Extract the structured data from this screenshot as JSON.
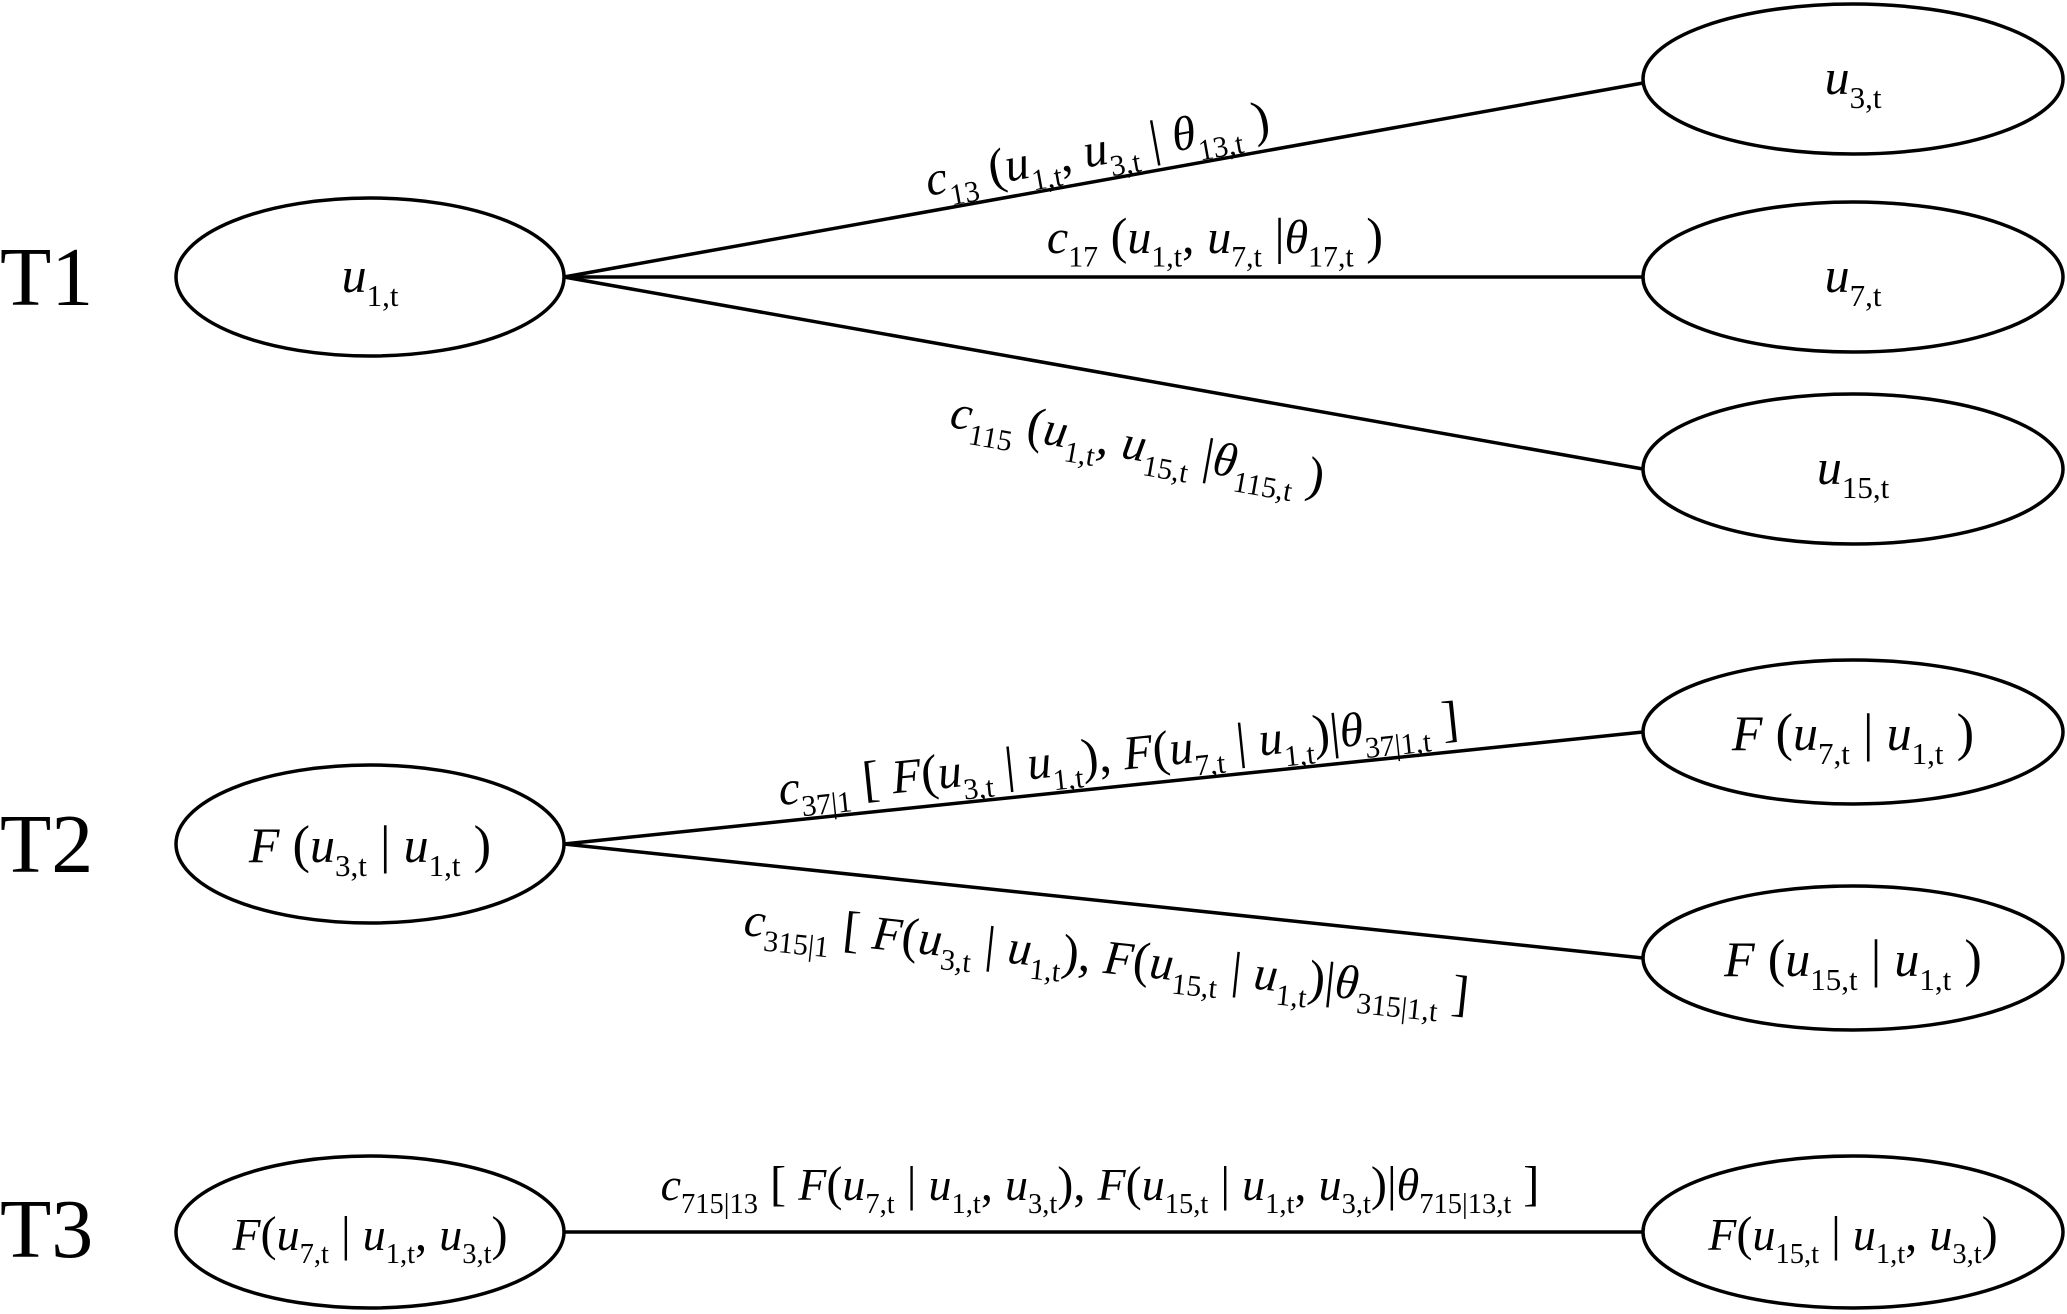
{
  "title": "Vine copula tree structure",
  "trees": [
    {
      "label": "T1",
      "nodes": [
        {
          "id": "u1",
          "segments": [
            [
              "u",
              "i"
            ],
            [
              "1,t",
              "sub"
            ]
          ]
        },
        {
          "id": "u3",
          "segments": [
            [
              "u",
              "i"
            ],
            [
              "3,t",
              "sub"
            ]
          ]
        },
        {
          "id": "u7",
          "segments": [
            [
              "u",
              "i"
            ],
            [
              "7,t",
              "sub"
            ]
          ]
        },
        {
          "id": "u15",
          "segments": [
            [
              "u",
              "i"
            ],
            [
              "15,t",
              "sub"
            ]
          ]
        }
      ],
      "edges": [
        {
          "from": "u1",
          "to": "u3",
          "segments": [
            [
              "c",
              "i"
            ],
            [
              "13",
              "sub"
            ],
            [
              " (",
              "p"
            ],
            [
              "u",
              "i"
            ],
            [
              "1,t",
              "sub"
            ],
            [
              ", ",
              "p"
            ],
            [
              "u",
              "i"
            ],
            [
              "3,t",
              "sub"
            ],
            [
              " | ",
              "p"
            ],
            [
              "θ",
              "i"
            ],
            [
              "13,t",
              "sub"
            ],
            [
              " )",
              "p"
            ]
          ]
        },
        {
          "from": "u1",
          "to": "u7",
          "segments": [
            [
              "c",
              "i"
            ],
            [
              "17",
              "sub"
            ],
            [
              " (",
              "p"
            ],
            [
              "u",
              "i"
            ],
            [
              "1,t",
              "sub"
            ],
            [
              ", ",
              "p"
            ],
            [
              "u",
              "i"
            ],
            [
              "7,t",
              "sub"
            ],
            [
              " |",
              "p"
            ],
            [
              "θ",
              "i"
            ],
            [
              "17,t",
              "sub"
            ],
            [
              " )",
              "p"
            ]
          ]
        },
        {
          "from": "u1",
          "to": "u15",
          "segments": [
            [
              "c",
              "i"
            ],
            [
              "115",
              "sub"
            ],
            [
              " (",
              "p"
            ],
            [
              "u",
              "i"
            ],
            [
              "1,t",
              "sub"
            ],
            [
              ", ",
              "p"
            ],
            [
              "u",
              "i"
            ],
            [
              "15,t",
              "sub"
            ],
            [
              " |",
              "p"
            ],
            [
              "θ",
              "i"
            ],
            [
              "115,t",
              "sub"
            ],
            [
              " )",
              "p"
            ]
          ]
        }
      ]
    },
    {
      "label": "T2",
      "nodes": [
        {
          "id": "F3|1",
          "segments": [
            [
              "F",
              "i"
            ],
            [
              " (",
              "p"
            ],
            [
              "u",
              "i"
            ],
            [
              "3,t",
              "sub"
            ],
            [
              " | ",
              "p"
            ],
            [
              "u",
              "i"
            ],
            [
              "1,t",
              "sub"
            ],
            [
              " )",
              "p"
            ]
          ]
        },
        {
          "id": "F7|1",
          "segments": [
            [
              "F",
              "i"
            ],
            [
              " (",
              "p"
            ],
            [
              "u",
              "i"
            ],
            [
              "7,t",
              "sub"
            ],
            [
              " | ",
              "p"
            ],
            [
              "u",
              "i"
            ],
            [
              "1,t",
              "sub"
            ],
            [
              " )",
              "p"
            ]
          ]
        },
        {
          "id": "F15|1",
          "segments": [
            [
              "F",
              "i"
            ],
            [
              " (",
              "p"
            ],
            [
              "u",
              "i"
            ],
            [
              "15,t",
              "sub"
            ],
            [
              " | ",
              "p"
            ],
            [
              "u",
              "i"
            ],
            [
              "1,t",
              "sub"
            ],
            [
              " )",
              "p"
            ]
          ]
        }
      ],
      "edges": [
        {
          "from": "F3|1",
          "to": "F7|1",
          "segments": [
            [
              "c",
              "i"
            ],
            [
              "37|1",
              "sub"
            ],
            [
              " [ ",
              "p"
            ],
            [
              "F",
              "i"
            ],
            [
              "(",
              "p"
            ],
            [
              "u",
              "i"
            ],
            [
              "3,t",
              "sub"
            ],
            [
              " | ",
              "p"
            ],
            [
              "u",
              "i"
            ],
            [
              "1,t",
              "sub"
            ],
            [
              "), ",
              "p"
            ],
            [
              "F",
              "i"
            ],
            [
              "(",
              "p"
            ],
            [
              "u",
              "i"
            ],
            [
              "7,t",
              "sub"
            ],
            [
              " | ",
              "p"
            ],
            [
              "u",
              "i"
            ],
            [
              "1,t",
              "sub"
            ],
            [
              ")|",
              "p"
            ],
            [
              "θ",
              "i"
            ],
            [
              "37|1,t",
              "sub"
            ],
            [
              " ]",
              "p"
            ]
          ]
        },
        {
          "from": "F3|1",
          "to": "F15|1",
          "segments": [
            [
              "c",
              "i"
            ],
            [
              "315|1",
              "sub"
            ],
            [
              " [ ",
              "p"
            ],
            [
              "F",
              "i"
            ],
            [
              "(",
              "p"
            ],
            [
              "u",
              "i"
            ],
            [
              "3,t",
              "sub"
            ],
            [
              " | ",
              "p"
            ],
            [
              "u",
              "i"
            ],
            [
              "1,t",
              "sub"
            ],
            [
              "), ",
              "p"
            ],
            [
              "F",
              "i"
            ],
            [
              "(",
              "p"
            ],
            [
              "u",
              "i"
            ],
            [
              "15,t",
              "sub"
            ],
            [
              " | ",
              "p"
            ],
            [
              "u",
              "i"
            ],
            [
              "1,t",
              "sub"
            ],
            [
              ")|",
              "p"
            ],
            [
              "θ",
              "i"
            ],
            [
              "315|1,t",
              "sub"
            ],
            [
              " ]",
              "p"
            ]
          ]
        }
      ]
    },
    {
      "label": "T3",
      "nodes": [
        {
          "id": "F7|13",
          "segments": [
            [
              "F",
              "i"
            ],
            [
              "(",
              "p"
            ],
            [
              "u",
              "i"
            ],
            [
              "7,t",
              "sub"
            ],
            [
              " | ",
              "p"
            ],
            [
              "u",
              "i"
            ],
            [
              "1,t",
              "sub"
            ],
            [
              ", ",
              "p"
            ],
            [
              "u",
              "i"
            ],
            [
              "3,t",
              "sub"
            ],
            [
              ")",
              "p"
            ]
          ]
        },
        {
          "id": "F15|13",
          "segments": [
            [
              "F",
              "i"
            ],
            [
              "(",
              "p"
            ],
            [
              "u",
              "i"
            ],
            [
              "15,t",
              "sub"
            ],
            [
              " | ",
              "p"
            ],
            [
              "u",
              "i"
            ],
            [
              "1,t",
              "sub"
            ],
            [
              ", ",
              "p"
            ],
            [
              "u",
              "i"
            ],
            [
              "3,t",
              "sub"
            ],
            [
              ")",
              "p"
            ]
          ]
        }
      ],
      "edges": [
        {
          "from": "F7|13",
          "to": "F15|13",
          "segments": [
            [
              "c",
              "i"
            ],
            [
              "715|13",
              "sub"
            ],
            [
              " [ ",
              "p"
            ],
            [
              "F",
              "i"
            ],
            [
              "(",
              "p"
            ],
            [
              "u",
              "i"
            ],
            [
              "7,t",
              "sub"
            ],
            [
              " | ",
              "p"
            ],
            [
              "u",
              "i"
            ],
            [
              "1,t",
              "sub"
            ],
            [
              ", ",
              "p"
            ],
            [
              "u",
              "i"
            ],
            [
              "3,t",
              "sub"
            ],
            [
              "), ",
              "p"
            ],
            [
              "F",
              "i"
            ],
            [
              "(",
              "p"
            ],
            [
              "u",
              "i"
            ],
            [
              "15,t",
              "sub"
            ],
            [
              " | ",
              "p"
            ],
            [
              "u",
              "i"
            ],
            [
              "1,t",
              "sub"
            ],
            [
              ", ",
              "p"
            ],
            [
              "u",
              "i"
            ],
            [
              "3,t",
              "sub"
            ],
            [
              ")|",
              "p"
            ],
            [
              "θ",
              "i"
            ],
            [
              "715|13,t",
              "sub"
            ],
            [
              " ]",
              "p"
            ]
          ]
        }
      ]
    }
  ]
}
